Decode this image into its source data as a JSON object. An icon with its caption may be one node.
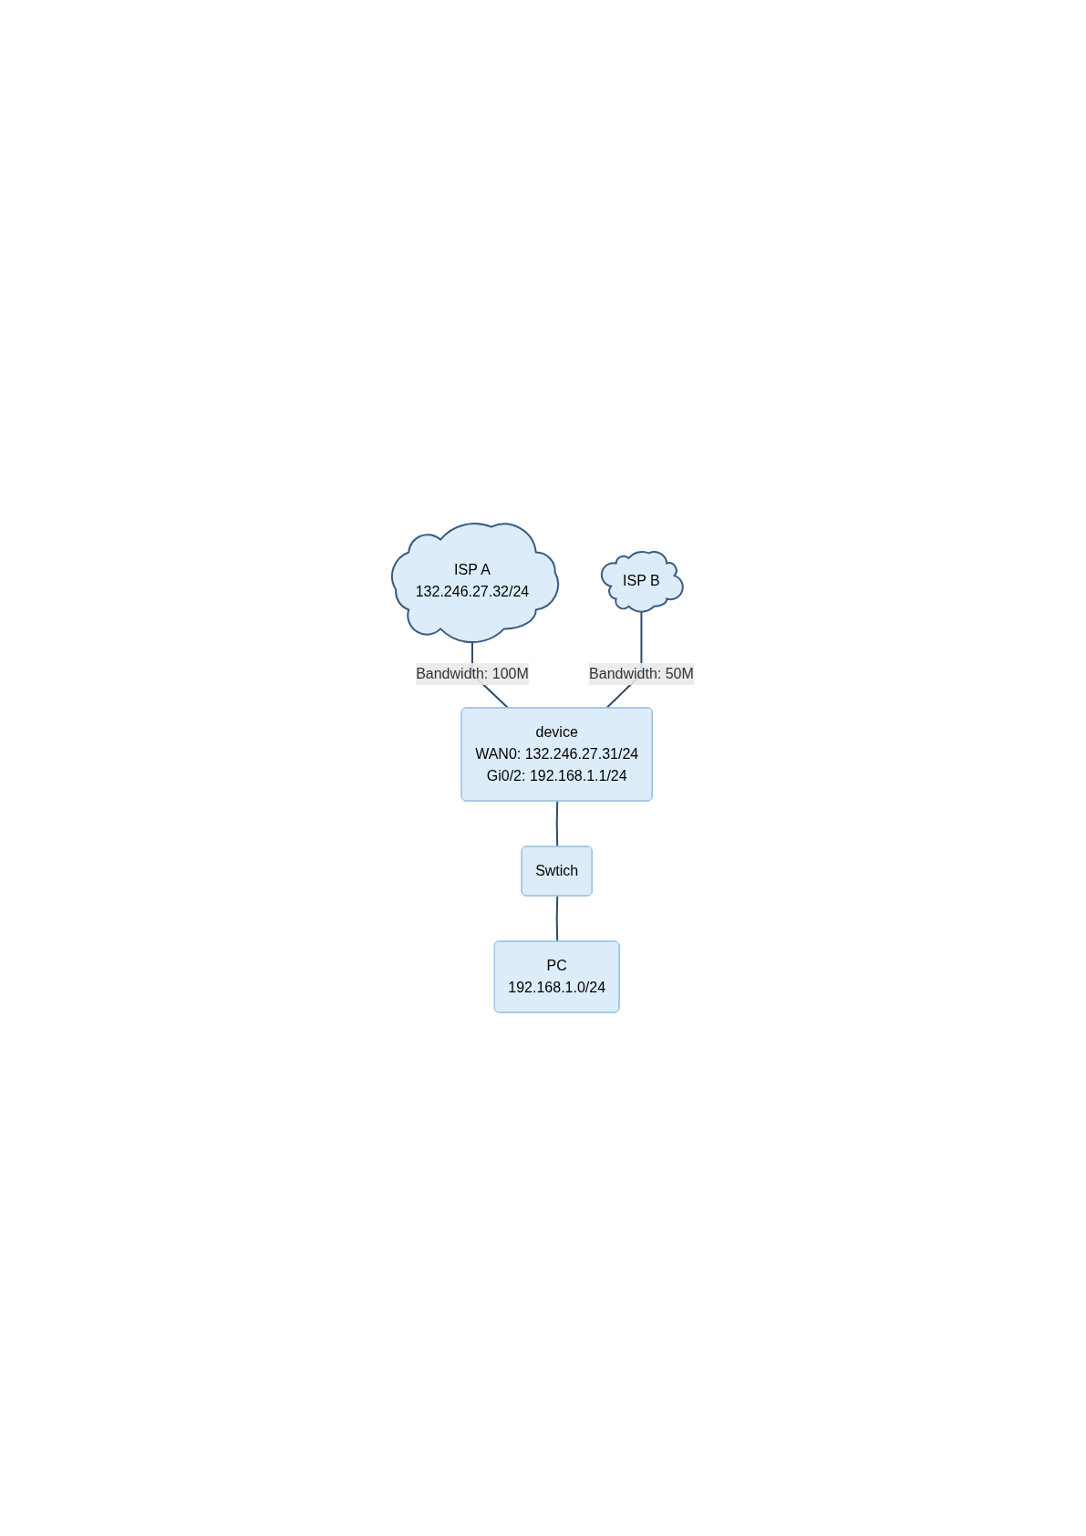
{
  "diagram": {
    "nodes": [
      {
        "text": [
          "ISP A",
          "132.246.27.32/24"
        ]
      },
      {
        "text": [
          "ISP B"
        ]
      },
      {
        "text": [
          "device",
          "WAN0: 132.246.27.31/24",
          "Gi0/2: 192.168.1.1/24"
        ]
      },
      {
        "text": [
          "Swtich"
        ]
      },
      {
        "text": [
          "PC",
          "192.168.1.0/24"
        ]
      }
    ],
    "edges": [
      {
        "from": 0,
        "to": 2,
        "arrow": "none",
        "label": "Bandwidth: 100M"
      },
      {
        "from": 1,
        "to": 2,
        "arrow": "none",
        "label": "Bandwidth: 50M"
      },
      {
        "from": 2,
        "to": 3,
        "arrow": "none"
      },
      {
        "from": 3,
        "to": 4,
        "arrow": "none"
      }
    ]
  }
}
